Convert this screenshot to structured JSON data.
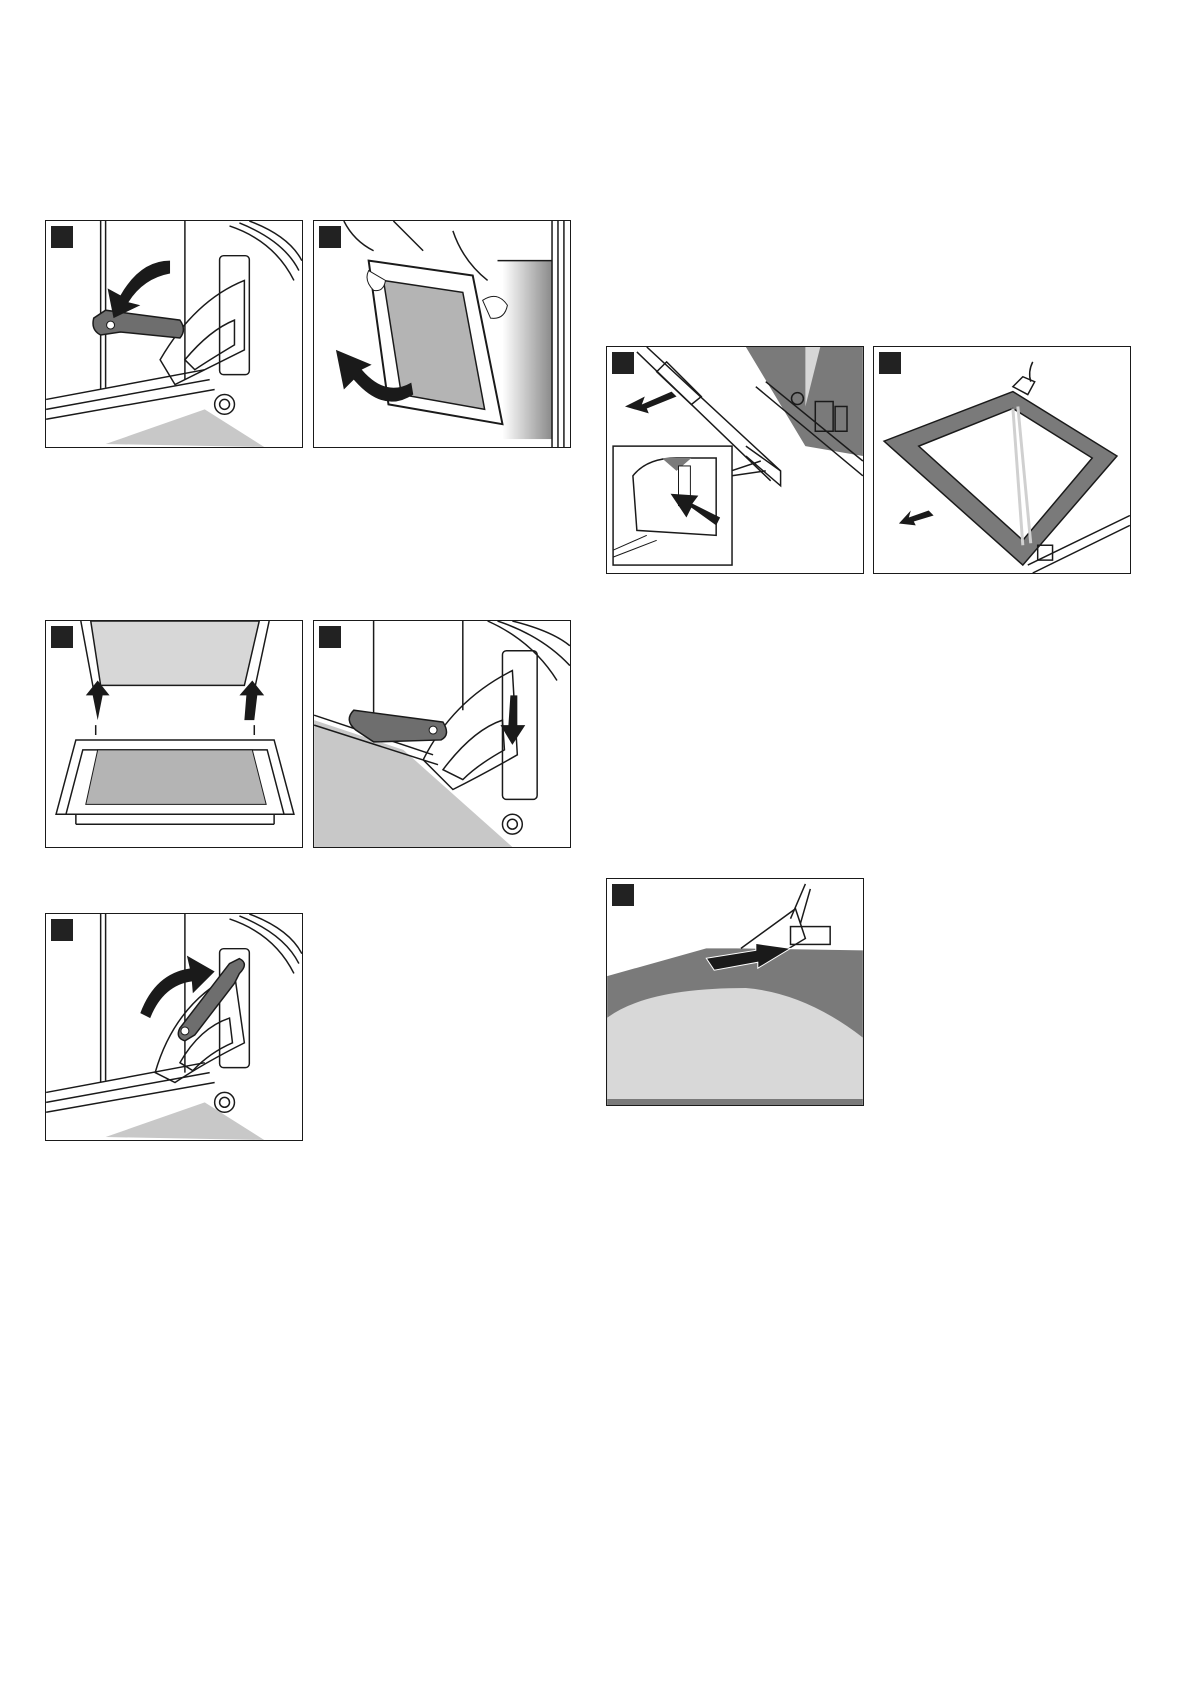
{
  "palette": {
    "line": "#1a1a1a",
    "handle": "#6e6e6e",
    "floor": "#c8c8c8",
    "glass": "#b4b4b4",
    "dark": "#7a7a7a",
    "badge": "#222222"
  },
  "figures": [
    {
      "id": "1",
      "badge": "",
      "subject": "hinge-lever-down"
    },
    {
      "id": "2",
      "badge": "",
      "subject": "lift-out-door"
    },
    {
      "id": "3",
      "badge": "",
      "subject": "reinsert-pane"
    },
    {
      "id": "4",
      "badge": "",
      "subject": "hinge-hook-in"
    },
    {
      "id": "5",
      "badge": "",
      "subject": "hinge-lever-up"
    },
    {
      "id": "6",
      "badge": "",
      "subject": "release-clip"
    },
    {
      "id": "7",
      "badge": "",
      "subject": "remove-glass"
    },
    {
      "id": "8",
      "badge": "",
      "subject": "slide-cover"
    }
  ]
}
